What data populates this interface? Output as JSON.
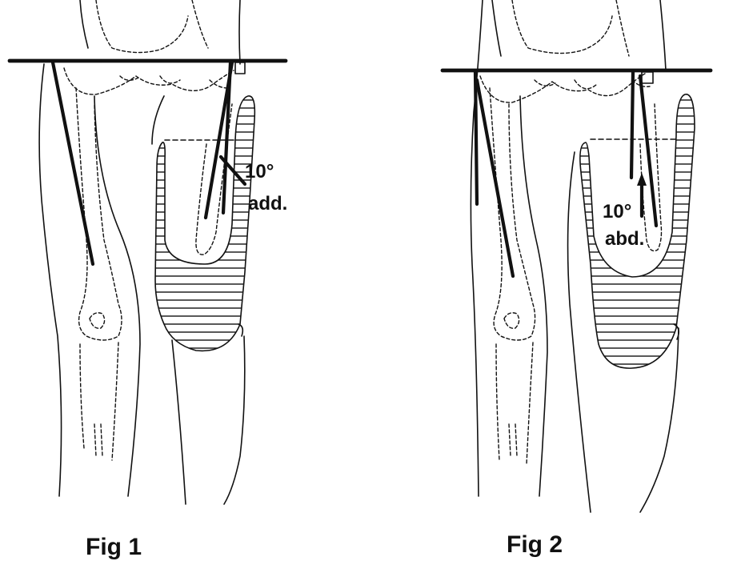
{
  "figures": [
    {
      "caption": "Fig 1",
      "angle": "10°",
      "motion": "add."
    },
    {
      "caption": "Fig 2",
      "angle": "10°",
      "motion": "abd."
    }
  ]
}
